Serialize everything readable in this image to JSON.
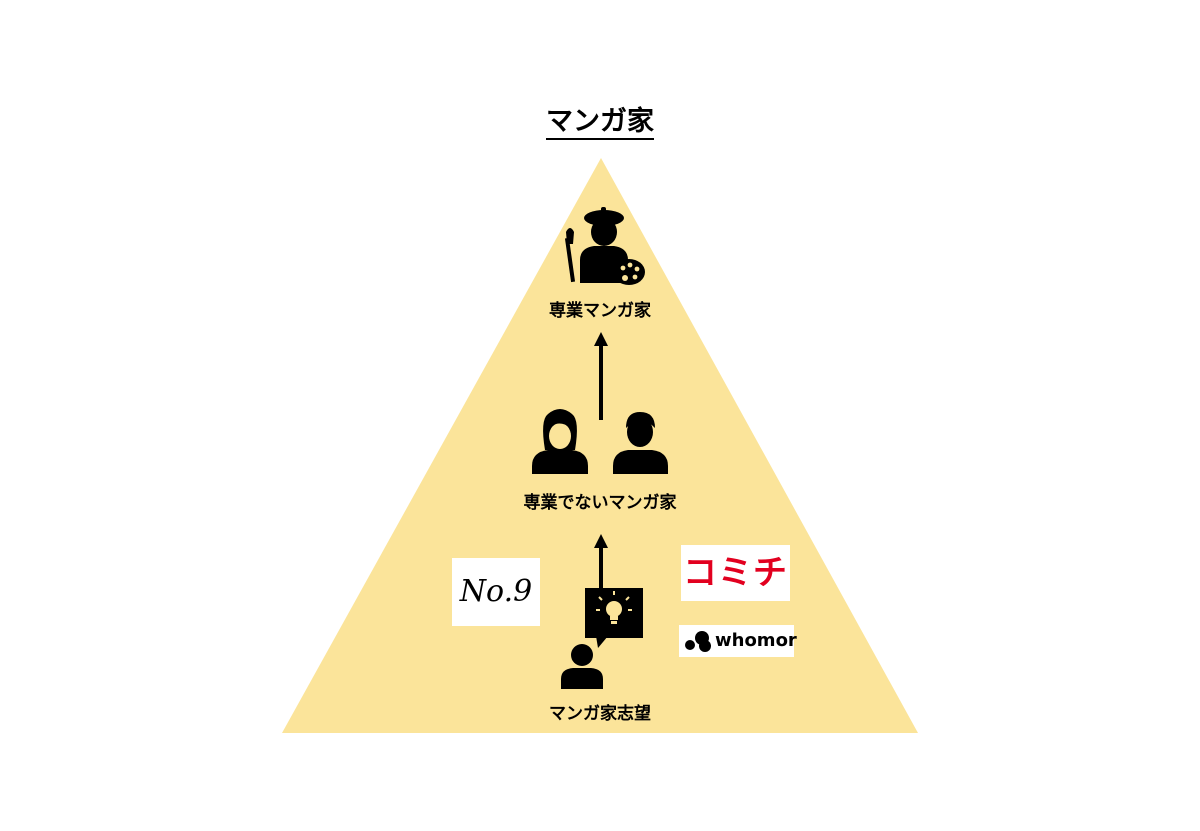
{
  "title": "マンガ家",
  "tiers": {
    "top": "専業マンガ家",
    "middle": "専業でないマンガ家",
    "bottom": "マンガ家志望"
  },
  "logos": {
    "no9": "No.9",
    "comichi": "コミチ",
    "whomor": "whomor"
  },
  "colors": {
    "pyramid": "#fbe49a",
    "comichi_red": "#e2001f",
    "icon": "#000000"
  },
  "icons": [
    "painter-icon",
    "woman-person-icon",
    "man-person-icon",
    "idea-bulb-icon",
    "person-icon",
    "up-arrow-icon"
  ]
}
